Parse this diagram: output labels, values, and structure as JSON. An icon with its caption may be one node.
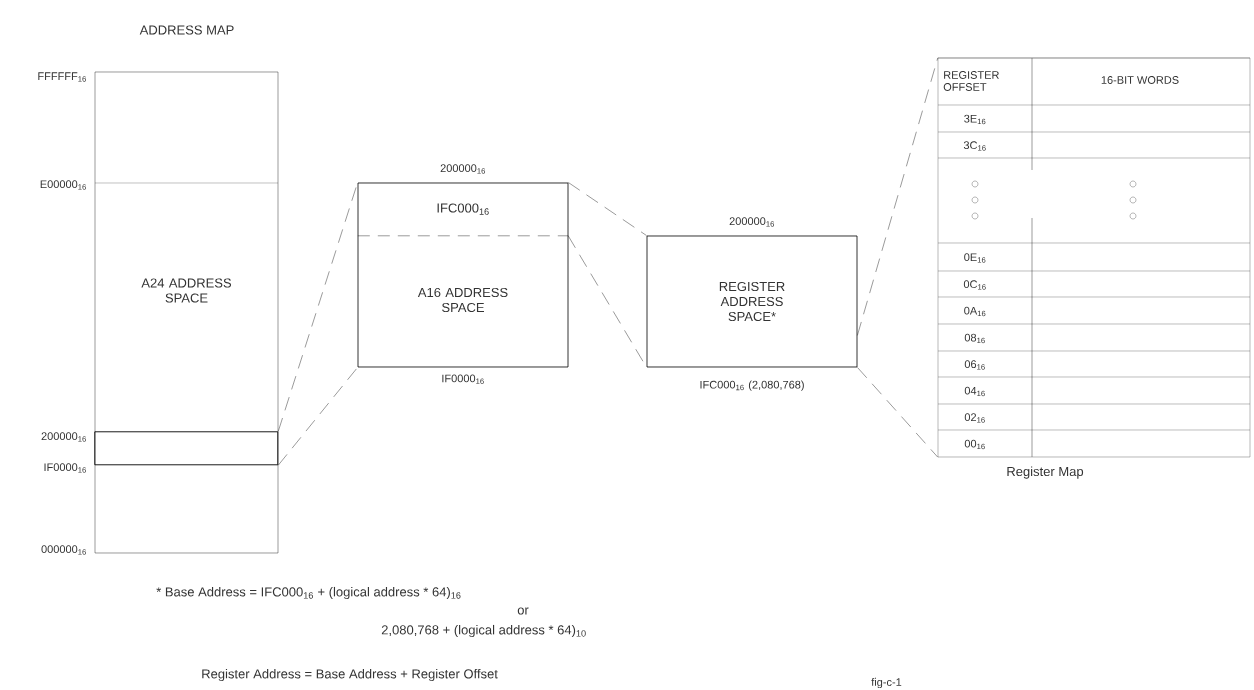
{
  "diagram": {
    "title": "ADDRESS MAP",
    "nodes": [
      {
        "text": [
          "A24 ADDRESS SPACE"
        ]
      },
      {
        "text": [],
        "shape": "box",
        "in": 0
      },
      {
        "text": [
          "A16 ADDRESS SPACE"
        ],
        "beside": [
          "200000$_{16}$",
          "IF0000$_{16}$"
        ]
      },
      {
        "text": [
          "IFC000$_{16}$"
        ],
        "in": 2
      },
      {
        "text": [
          "REGISTER ADDRESS SPACE*"
        ],
        "beside": [
          "200000$_{16}$",
          "IFC000$_{16}$ (2,080,768)"
        ]
      },
      {
        "text": [
          "Register Map"
        ]
      }
    ],
    "edges": [
      {
        "from": 1,
        "to": 2,
        "arrow": "none",
        "style": "dashed"
      },
      {
        "from": 1,
        "to": 2,
        "arrow": "none",
        "style": "dashed"
      },
      {
        "from": 3,
        "to": 4,
        "arrow": "none",
        "style": "dashed"
      },
      {
        "from": 3,
        "to": 4,
        "arrow": "none",
        "style": "dashed"
      },
      {
        "from": 4,
        "to": 5,
        "arrow": "none",
        "style": "dashed"
      },
      {
        "from": 4,
        "to": 5,
        "arrow": "none",
        "style": "dashed"
      }
    ],
    "labels": [
      "FFFFFF$_{16}$",
      "E00000$_{16}$",
      "200000$_{16}$",
      "IF0000$_{16}$",
      "000000$_{16}$",
      "REGISTER OFFSET",
      "16-BIT WORDS",
      "3E$_{16}$",
      "3C$_{16}$",
      "0E$_{16}$",
      "0C$_{16}$",
      "0A$_{16}$",
      "08$_{16}$",
      "06$_{16}$",
      "04$_{16}$",
      "02$_{16}$",
      "00$_{16}$",
      "* Base Address = IFC000$_{16}$ + (logical address * 64)$_{16}$",
      "or",
      "2,080,768 + (logical address * 64)$_{10}$",
      "Register Address = Base Address + Register Offset",
      "fig-c-1"
    ]
  }
}
